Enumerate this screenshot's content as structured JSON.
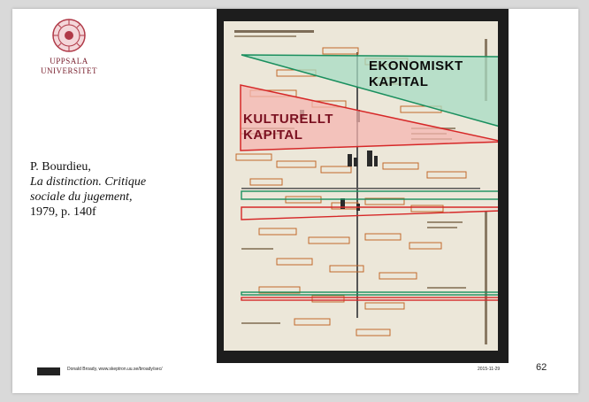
{
  "logo": {
    "line1": "UPPSALA",
    "line2": "UNIVERSITET",
    "seal_color": "#b03a48"
  },
  "citation": {
    "author": "P. Bourdieu,",
    "title_line1": "La distinction. Critique",
    "title_line2": "sociale du jugement,",
    "year_page": "1979, p. 140f"
  },
  "figure": {
    "label_economic": [
      "EKONOMISKT",
      "KAPITAL"
    ],
    "label_cultural": [
      "KULTURELLT",
      "KAPITAL"
    ],
    "color_economic_stroke": "#1a8f5e",
    "color_economic_fill": "#a7dcc3",
    "color_cultural_stroke": "#d62828",
    "color_cultural_fill": "#f5b5b0"
  },
  "footer": {
    "license_icon": "cc-by-license-icon",
    "author": "Donald Broady, www.skeptron.uu.se/broady/sec/",
    "date": "2015-11-29",
    "slide_number": "62"
  }
}
